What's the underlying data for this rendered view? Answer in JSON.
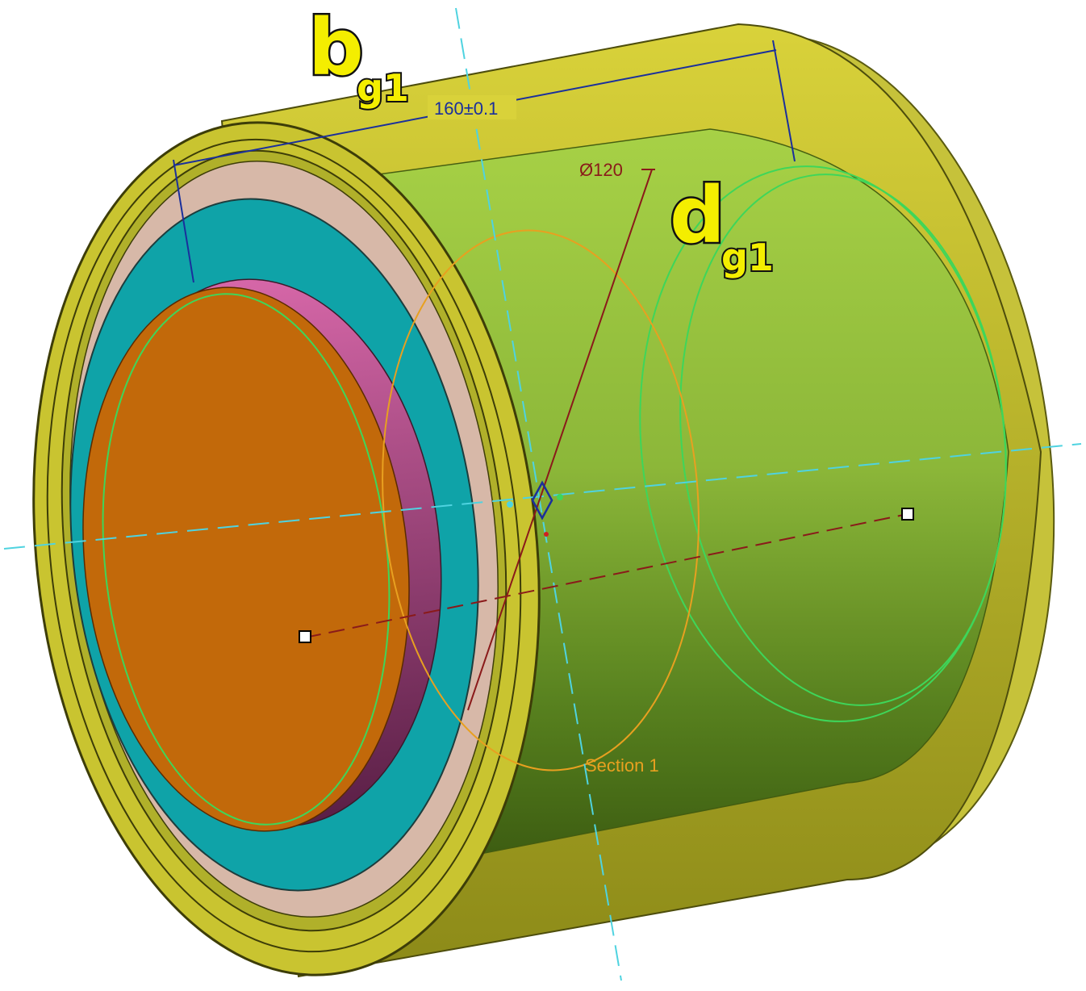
{
  "labels": {
    "width_symbol": "b",
    "width_subscript": "g1",
    "diameter_symbol": "d",
    "diameter_subscript": "g1"
  },
  "dimensions": {
    "length": "160±0.1",
    "diameter": "Ø120"
  },
  "section_label": "Section 1",
  "colors": {
    "outer_shell": "#c9c430",
    "inner_body": "#8fc23a",
    "teal_ring": "#0fa3a8",
    "pink_bore": "#c0569a",
    "orange_face": "#c2690a",
    "dimension_line": "#1a2f9c",
    "section_curve": "#e8a020",
    "centerline_cyan": "#4fd3e0",
    "centerline_red": "#8a1a1a",
    "green_circles": "#3ed65a",
    "label_fill": "#f4ee00"
  }
}
